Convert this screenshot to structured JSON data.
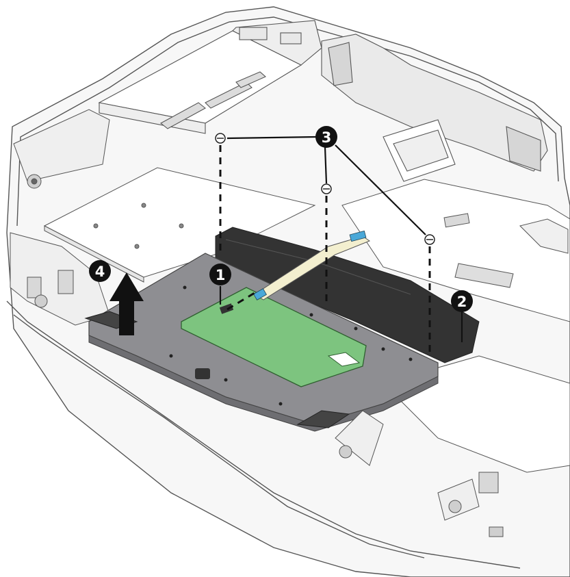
{
  "diagram": {
    "callouts": [
      {
        "id": "1",
        "label": "1",
        "color": "#111111"
      },
      {
        "id": "2",
        "label": "2",
        "color": "#111111"
      },
      {
        "id": "3",
        "label": "3",
        "color": "#111111"
      },
      {
        "id": "4",
        "label": "4",
        "color": "#111111"
      }
    ],
    "colors": {
      "chassis_line": "#555555",
      "chassis_fill": "#f4f4f4",
      "touchpad_bracket": "#8e8e92",
      "touchpad_board": "#7dc47f",
      "cable_tape": "#333333",
      "ffc_cable": "#f3efcf",
      "connector_tab": "#4aa8d8",
      "arrow": "#111111"
    },
    "icons": [
      "screw-icon",
      "lift-arrow-icon",
      "connector-icon"
    ]
  }
}
